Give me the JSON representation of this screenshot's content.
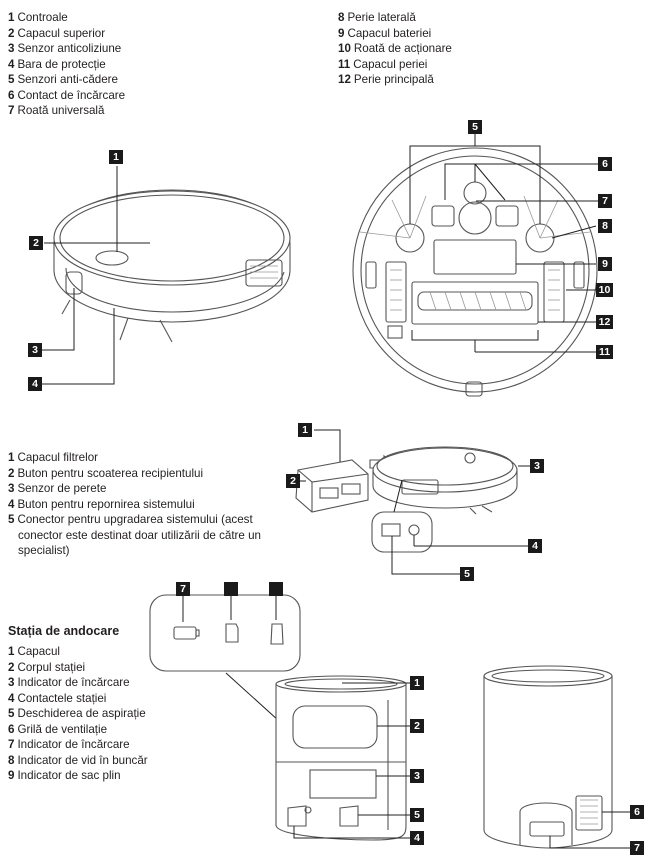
{
  "robot_parts": {
    "left": [
      {
        "num": "1",
        "label": "Controale"
      },
      {
        "num": "2",
        "label": "Capacul superior"
      },
      {
        "num": "3",
        "label": "Senzor anticoliziune"
      },
      {
        "num": "4",
        "label": "Bara de protecție"
      },
      {
        "num": "5",
        "label": "Senzori anti-cădere"
      },
      {
        "num": "6",
        "label": "Contact de încărcare"
      },
      {
        "num": "7",
        "label": "Roată universală"
      }
    ],
    "right": [
      {
        "num": "8",
        "label": "Perie laterală"
      },
      {
        "num": "9",
        "label": "Capacul bateriei"
      },
      {
        "num": "10",
        "label": "Roată de acționare"
      },
      {
        "num": "11",
        "label": "Capacul periei"
      },
      {
        "num": "12",
        "label": "Perie principală"
      }
    ]
  },
  "bin_parts": [
    {
      "num": "1",
      "label": "Capacul filtrelor"
    },
    {
      "num": "2",
      "label": "Buton pentru scoaterea recipientului"
    },
    {
      "num": "3",
      "label": "Senzor de perete"
    },
    {
      "num": "4",
      "label": "Buton pentru repornirea sistemului"
    },
    {
      "num": "5",
      "label": "Conector pentru upgradarea sistemului (acest conector este destinat doar utilizării de către un specialist)"
    }
  ],
  "station": {
    "title": "Stația de andocare",
    "parts": [
      {
        "num": "1",
        "label": "Capacul"
      },
      {
        "num": "2",
        "label": "Corpul stației"
      },
      {
        "num": "3",
        "label": "Indicator de încărcare"
      },
      {
        "num": "4",
        "label": "Contactele stației"
      },
      {
        "num": "5",
        "label": "Deschiderea de aspirație"
      },
      {
        "num": "6",
        "label": "Grilă de ventilație"
      },
      {
        "num": "7",
        "label": "Indicator de încărcare"
      },
      {
        "num": "8",
        "label": "Indicator de vid în buncăr"
      },
      {
        "num": "9",
        "label": "Indicator de sac plin"
      }
    ]
  },
  "callouts": {
    "top_view": [
      "1",
      "2",
      "3",
      "4"
    ],
    "bottom_view": [
      "5",
      "6",
      "7",
      "8",
      "9",
      "10",
      "12",
      "11"
    ],
    "bin_view": [
      "1",
      "2",
      "3",
      "4",
      "5"
    ],
    "indicator_panel": [
      "7",
      "",
      ""
    ],
    "station_front": [
      "1",
      "2",
      "3",
      "5",
      "4"
    ],
    "station_back": [
      "6",
      "7"
    ]
  }
}
